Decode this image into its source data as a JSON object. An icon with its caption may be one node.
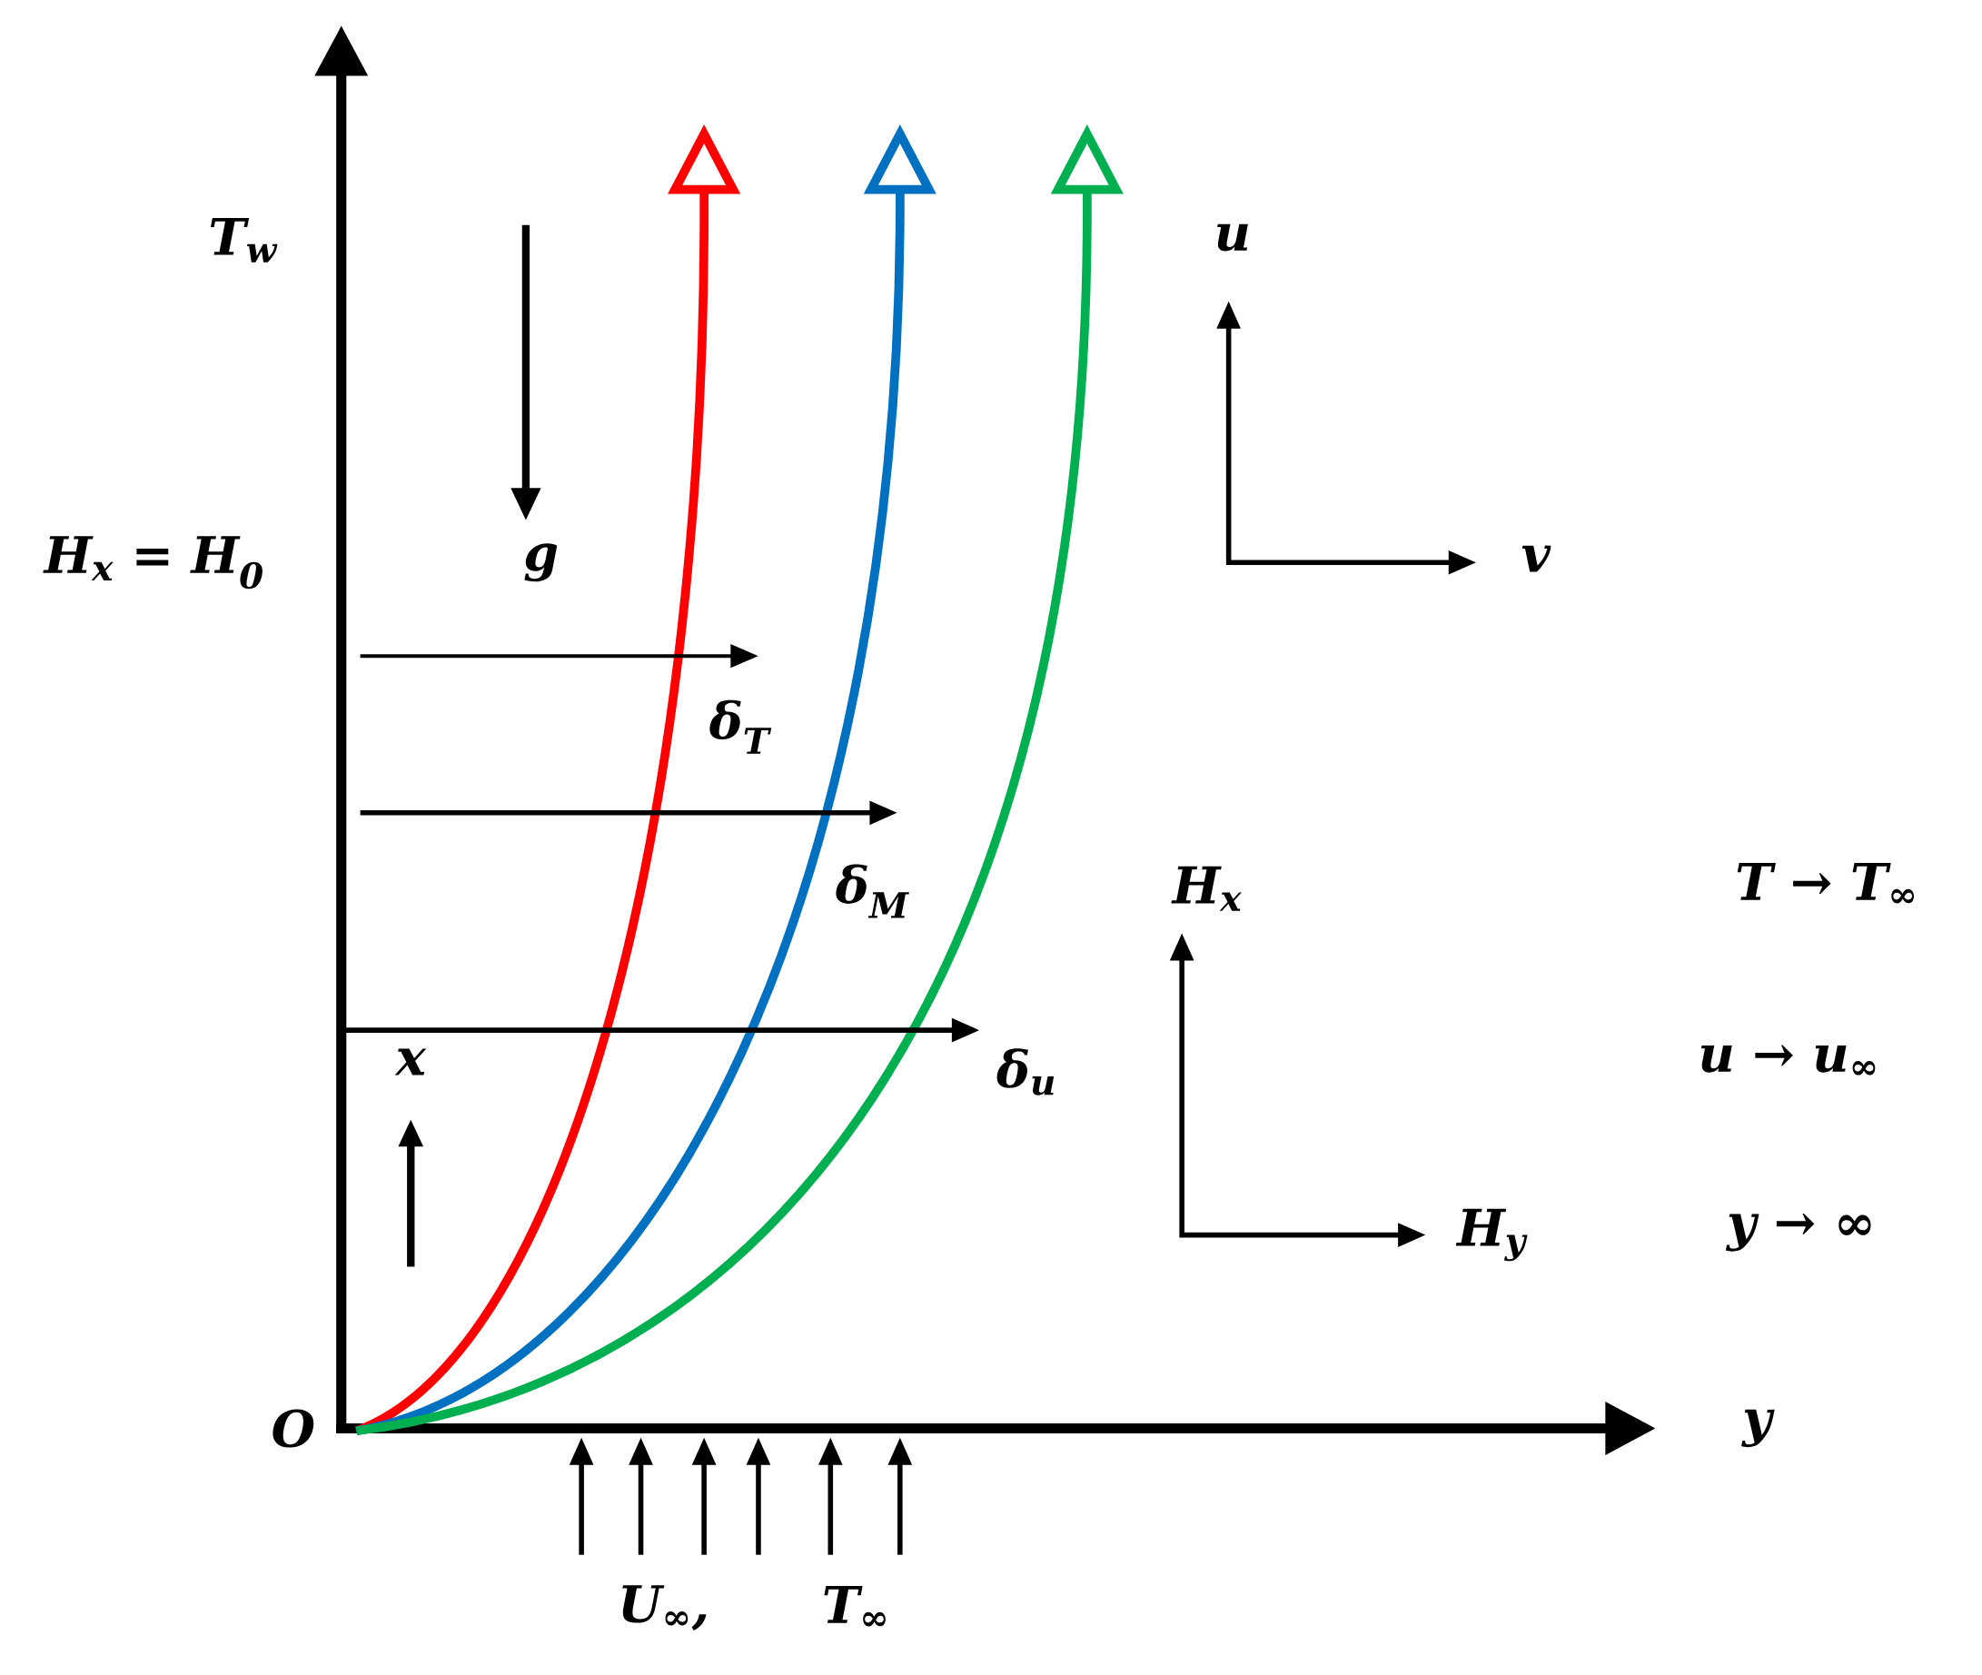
{
  "diagram": {
    "labels": [
      "T$_{w}$",
      "H$_{x}$ = H$_{0}$",
      "g",
      "u",
      "v",
      "δ$_{T}$",
      "δ$_{M}$",
      "H$_{x}$",
      "T → T$_{∞}$",
      "x",
      "δ$_{u}$",
      "u → u$_{∞}$",
      "H$_{y}$",
      "y → ∞",
      "O",
      "y",
      "U$_{∞}$,",
      "T$_{∞}$"
    ]
  }
}
